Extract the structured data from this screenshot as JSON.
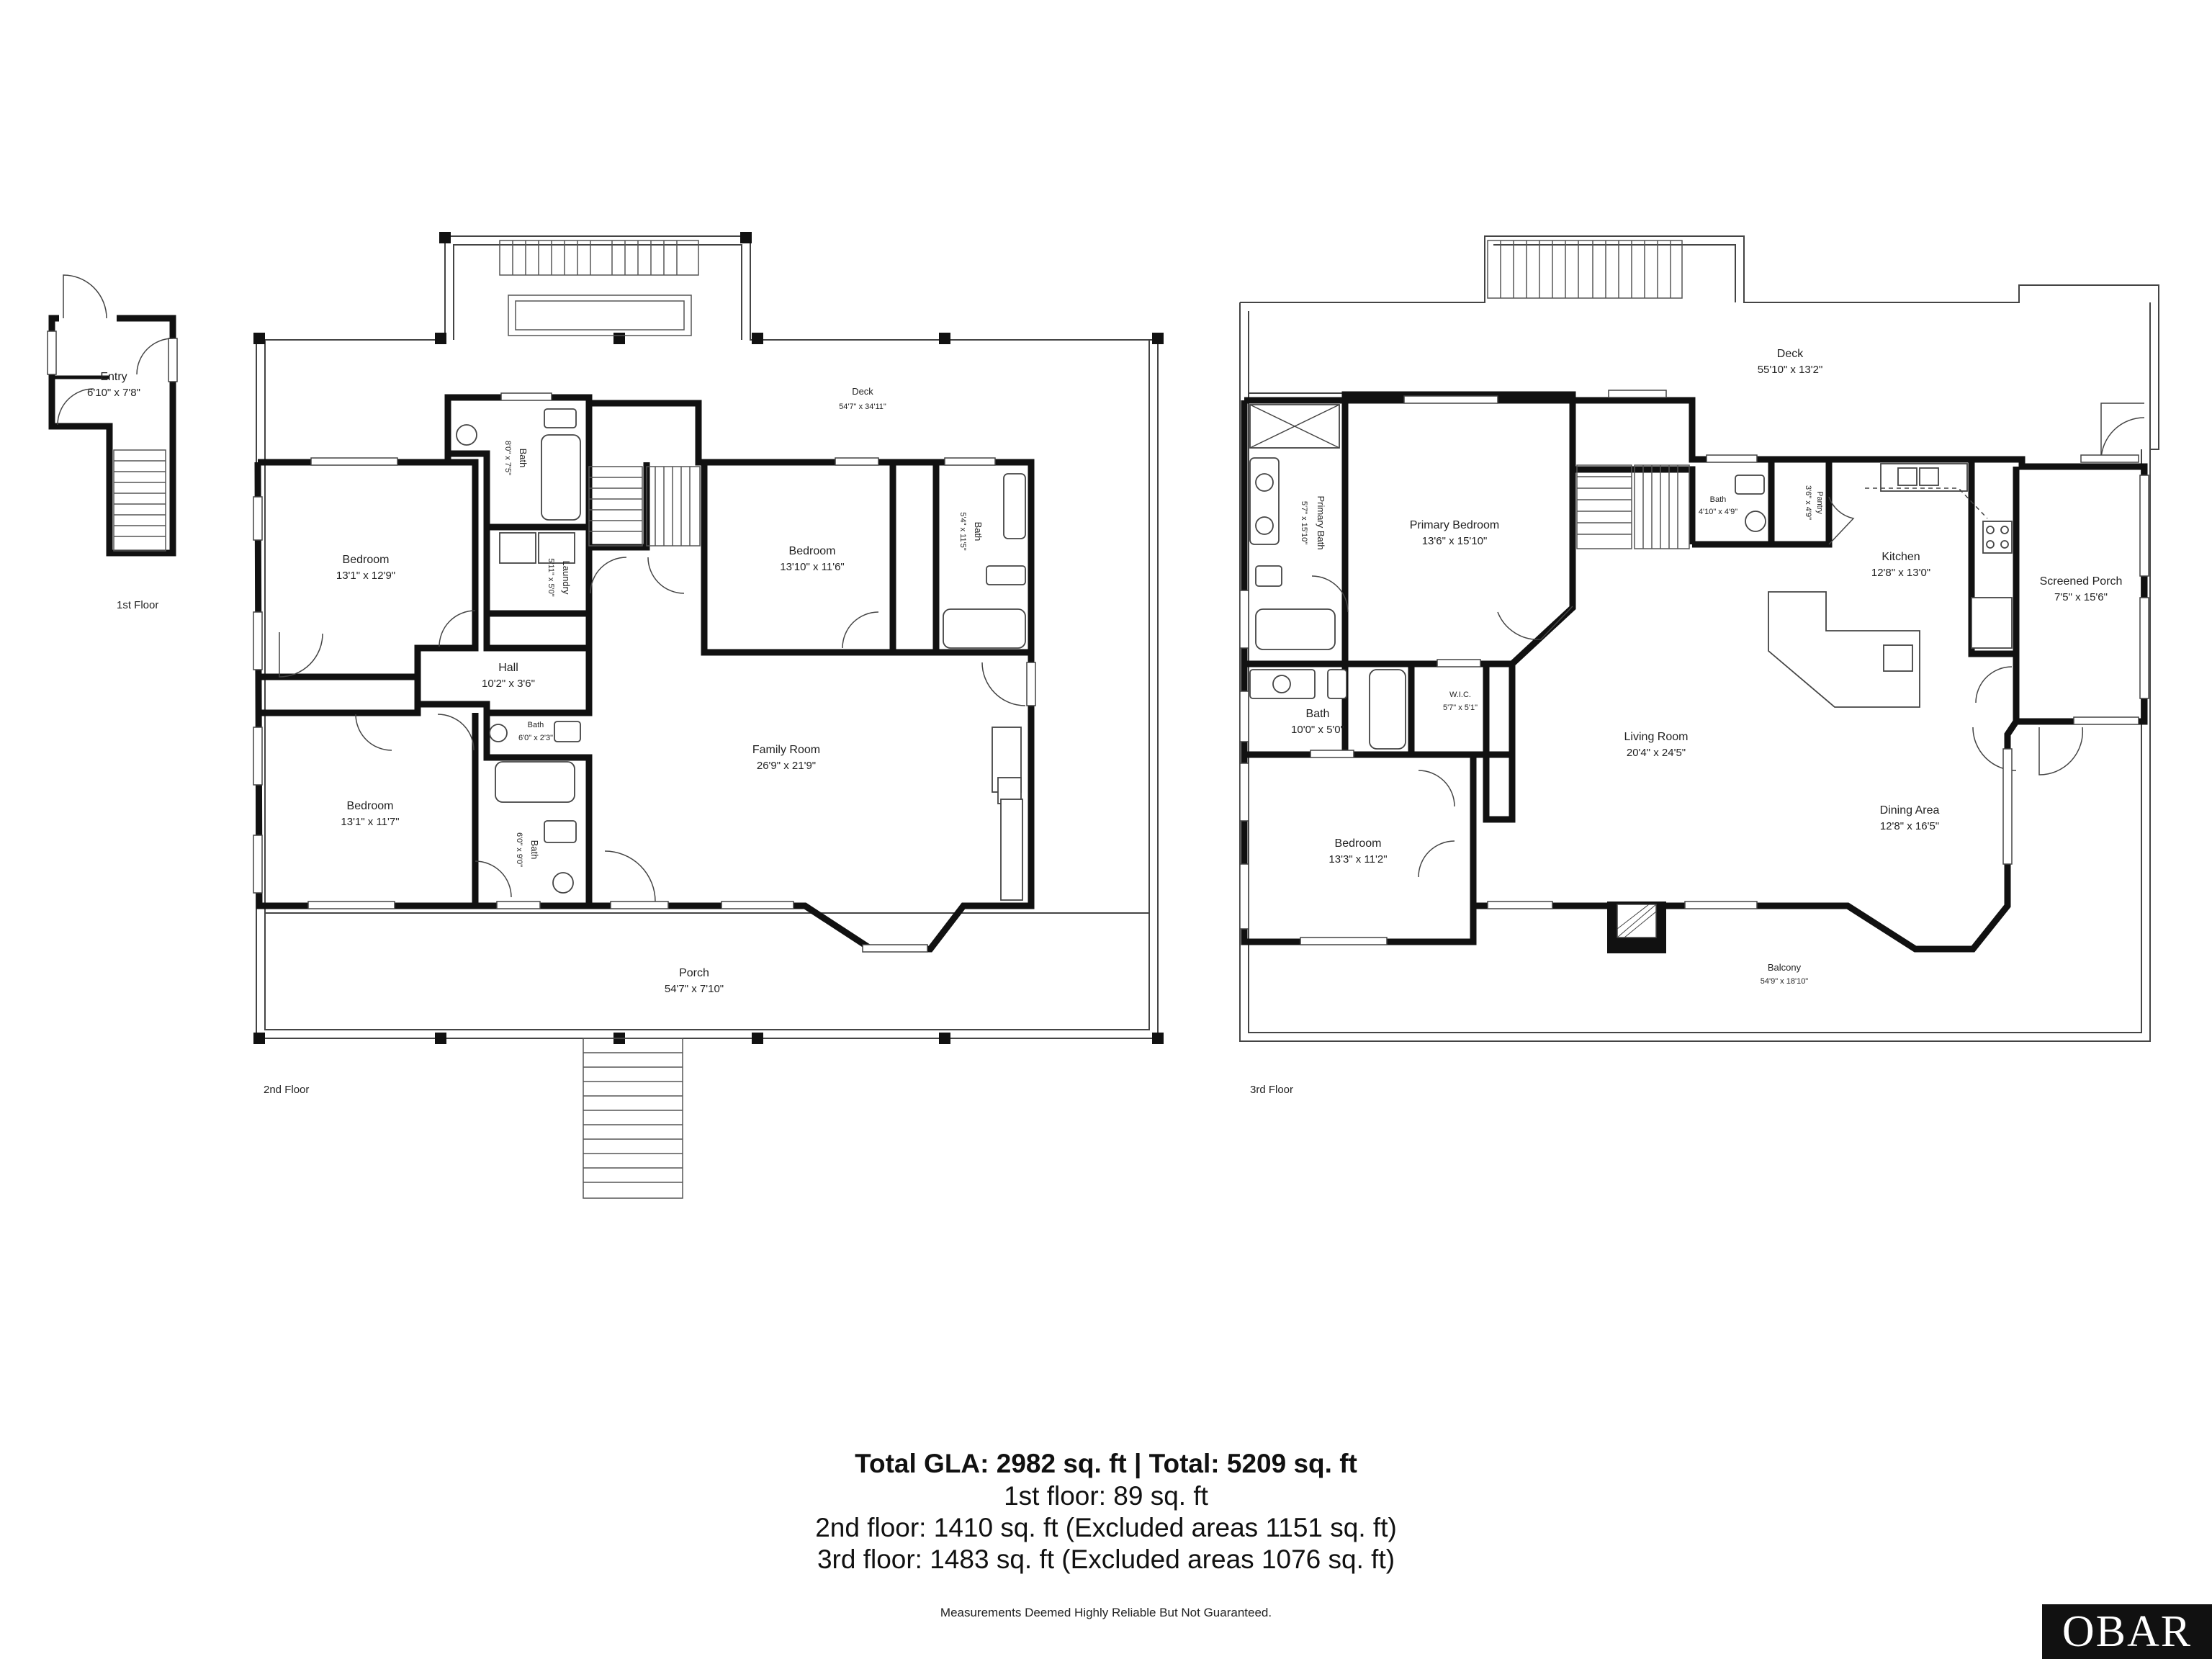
{
  "floors": {
    "first": {
      "label": "1st Floor",
      "rooms": [
        {
          "name": "Entry",
          "dims": "6'10\" x 7'8\""
        }
      ]
    },
    "second": {
      "label": "2nd Floor",
      "rooms": [
        {
          "name": "Deck",
          "dims": "54'7\" x 34'11\""
        },
        {
          "name": "Bath",
          "dims": "8'0\" x 7'5\""
        },
        {
          "name": "Bedroom",
          "dims": "13'1\" x 12'9\""
        },
        {
          "name": "Laundry",
          "dims": "5'11\" x 5'0\""
        },
        {
          "name": "Bedroom",
          "dims": "13'10\" x 11'6\""
        },
        {
          "name": "Bath",
          "dims": "5'4\" x 11'5\""
        },
        {
          "name": "Hall",
          "dims": "10'2\" x 3'6\""
        },
        {
          "name": "Bath",
          "dims": "6'0\" x 2'3\""
        },
        {
          "name": "Bedroom",
          "dims": "13'1\" x 11'7\""
        },
        {
          "name": "Family Room",
          "dims": "26'9\" x 21'9\""
        },
        {
          "name": "Bath",
          "dims": "6'0\" x 9'0\""
        },
        {
          "name": "Porch",
          "dims": "54'7\" x 7'10\""
        }
      ]
    },
    "third": {
      "label": "3rd Floor",
      "rooms": [
        {
          "name": "Deck",
          "dims": "55'10\" x 13'2\""
        },
        {
          "name": "Primary Bath",
          "dims": "5'7\" x 15'10\""
        },
        {
          "name": "Primary Bedroom",
          "dims": "13'6\" x 15'10\""
        },
        {
          "name": "Bath",
          "dims": "4'10\" x 4'9\""
        },
        {
          "name": "Pantry",
          "dims": "3'6\" x 4'9\""
        },
        {
          "name": "Kitchen",
          "dims": "12'8\" x 13'0\""
        },
        {
          "name": "Screened Porch",
          "dims": "7'5\" x 15'6\""
        },
        {
          "name": "W.I.C.",
          "dims": "5'7\" x 5'1\""
        },
        {
          "name": "Bath",
          "dims": "10'0\" x 5'0\""
        },
        {
          "name": "Living Room",
          "dims": "20'4\" x 24'5\""
        },
        {
          "name": "Bedroom",
          "dims": "13'3\" x 11'2\""
        },
        {
          "name": "Dining Area",
          "dims": "12'8\" x 16'5\""
        },
        {
          "name": "Balcony",
          "dims": "54'9\" x 18'10\""
        }
      ]
    }
  },
  "summary": {
    "total": "Total GLA: 2982 sq. ft | Total: 5209 sq. ft",
    "lines": [
      "1st floor: 89 sq. ft",
      "2nd floor: 1410 sq. ft (Excluded areas 1151 sq. ft)",
      "3rd floor: 1483 sq. ft (Excluded areas 1076 sq. ft)"
    ]
  },
  "disclaimer": "Measurements Deemed Highly Reliable But Not Guaranteed.",
  "logo": "OBAR",
  "colors": {
    "walls": "#111111",
    "outline": "#444444",
    "background": "#ffffff"
  }
}
